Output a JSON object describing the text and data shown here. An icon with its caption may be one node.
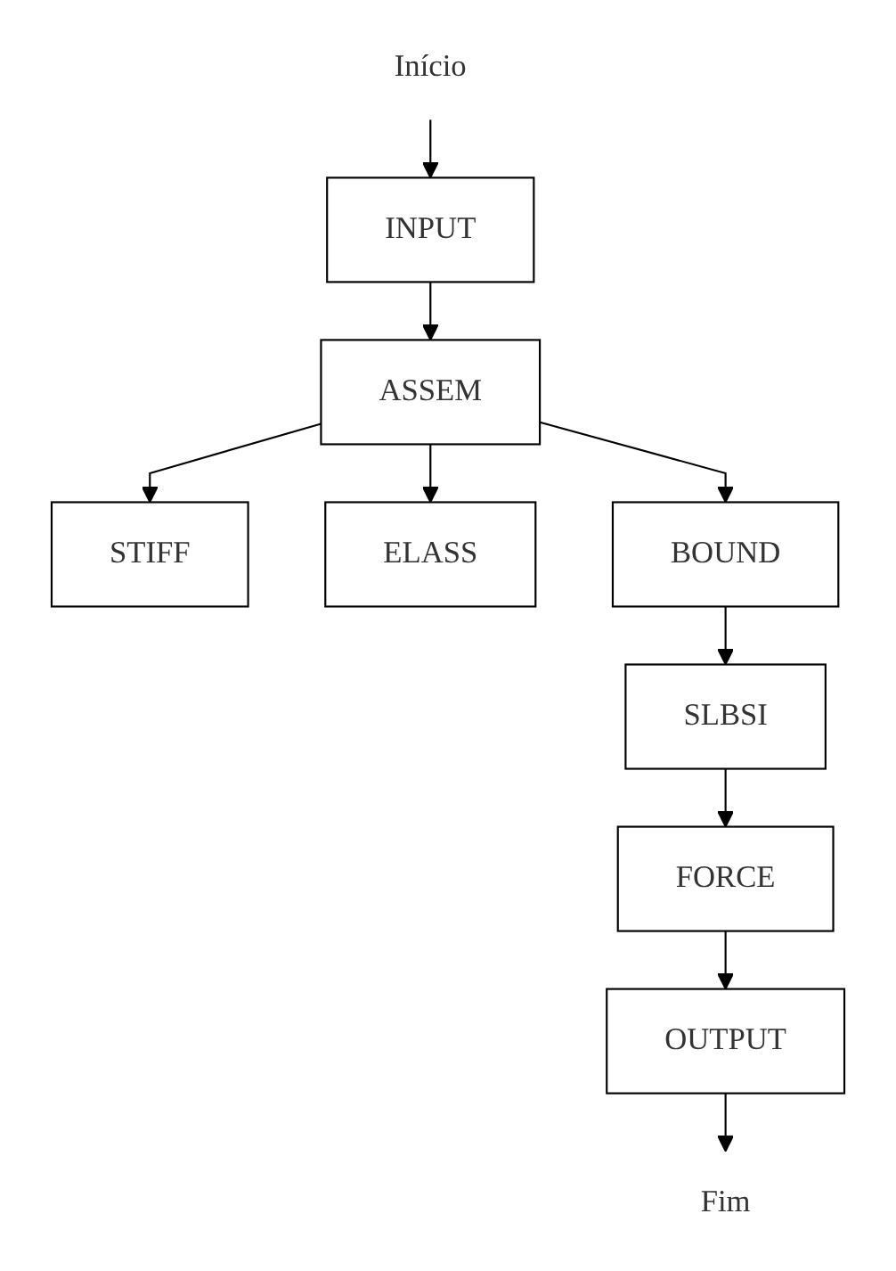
{
  "diagram": {
    "nodes": [
      {
        "text": [
          "Início"
        ]
      },
      {
        "text": [
          "INPUT"
        ]
      },
      {
        "text": [
          "ASSEM"
        ]
      },
      {
        "text": [
          "STIFF"
        ]
      },
      {
        "text": [
          "ELASS"
        ]
      },
      {
        "text": [
          "BOUND"
        ]
      },
      {
        "text": [
          "SLBSI"
        ]
      },
      {
        "text": [
          "FORCE"
        ]
      },
      {
        "text": [
          "OUTPUT"
        ]
      },
      {
        "text": [
          "Fim"
        ]
      }
    ],
    "edges": [
      {
        "from": 0,
        "to": 1,
        "arrow": "to"
      },
      {
        "from": 1,
        "to": 2,
        "arrow": "to"
      },
      {
        "from": 2,
        "to": 3,
        "arrow": "to"
      },
      {
        "from": 2,
        "to": 4,
        "arrow": "to"
      },
      {
        "from": 2,
        "to": 5,
        "arrow": "to"
      },
      {
        "from": 5,
        "to": 6,
        "arrow": "to"
      },
      {
        "from": 6,
        "to": 7,
        "arrow": "to"
      },
      {
        "from": 7,
        "to": 8,
        "arrow": "to"
      },
      {
        "from": 8,
        "to": 9,
        "arrow": "to"
      }
    ]
  }
}
